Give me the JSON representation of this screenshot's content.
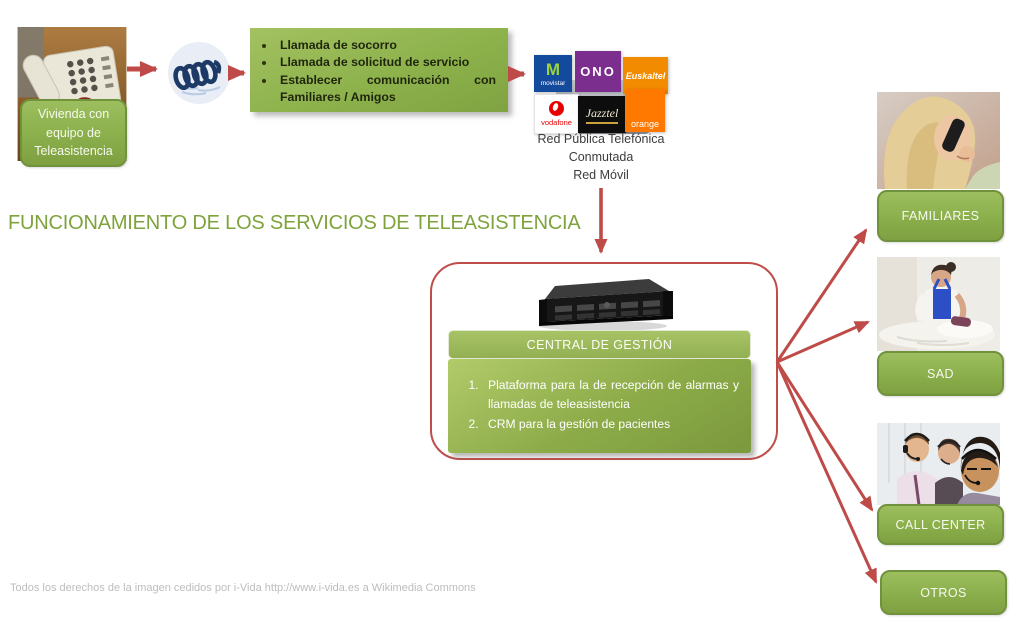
{
  "title": "FUNCIONAMIENTO DE LOS SERVICIOS DE TELEASISTENCIA",
  "footer": "Todos los derechos de la imagen cedidos por i-Vida http://www.i-vida.es a Wikimedia Commons",
  "home": {
    "label": "Vivienda con equipo de Teleasistencia"
  },
  "calls": {
    "items": [
      "Llamada de socorro",
      "Llamada de solicitud de servicio",
      "Establecer comunicación con Familiares / Amigos"
    ]
  },
  "network": {
    "label_lines": [
      "Red Pública Telefónica",
      "Conmutada",
      "Red Móvil"
    ],
    "operators": [
      {
        "name": "movistar",
        "glyph": "M",
        "bg": "#134a9c"
      },
      {
        "name": "ONO",
        "bg": "#7b2e8d"
      },
      {
        "name": "Euskaltel",
        "bg": "#f28b00"
      },
      {
        "name": "vodafone",
        "bg": "#ffffff"
      },
      {
        "name": "Jazztel",
        "bg": "#0d0d0d"
      },
      {
        "name": "orange",
        "bg": "#ff7900"
      }
    ]
  },
  "central": {
    "header": "CENTRAL DE GESTIÓN",
    "items": [
      "Plataforma para la de recepción de alarmas y llamadas de teleasistencia",
      "CRM para la gestión de pacientes"
    ]
  },
  "destinations": [
    {
      "label": "FAMILIARES"
    },
    {
      "label": "SAD"
    },
    {
      "label": "CALL CENTER"
    },
    {
      "label": "OTROS"
    }
  ],
  "colors": {
    "accent_green": "#8fb44e",
    "title_green": "#7fa33c",
    "arrow_red": "#be4b48",
    "bullet_text": "#1f260d",
    "footer_gray": "#bdbdbd"
  }
}
